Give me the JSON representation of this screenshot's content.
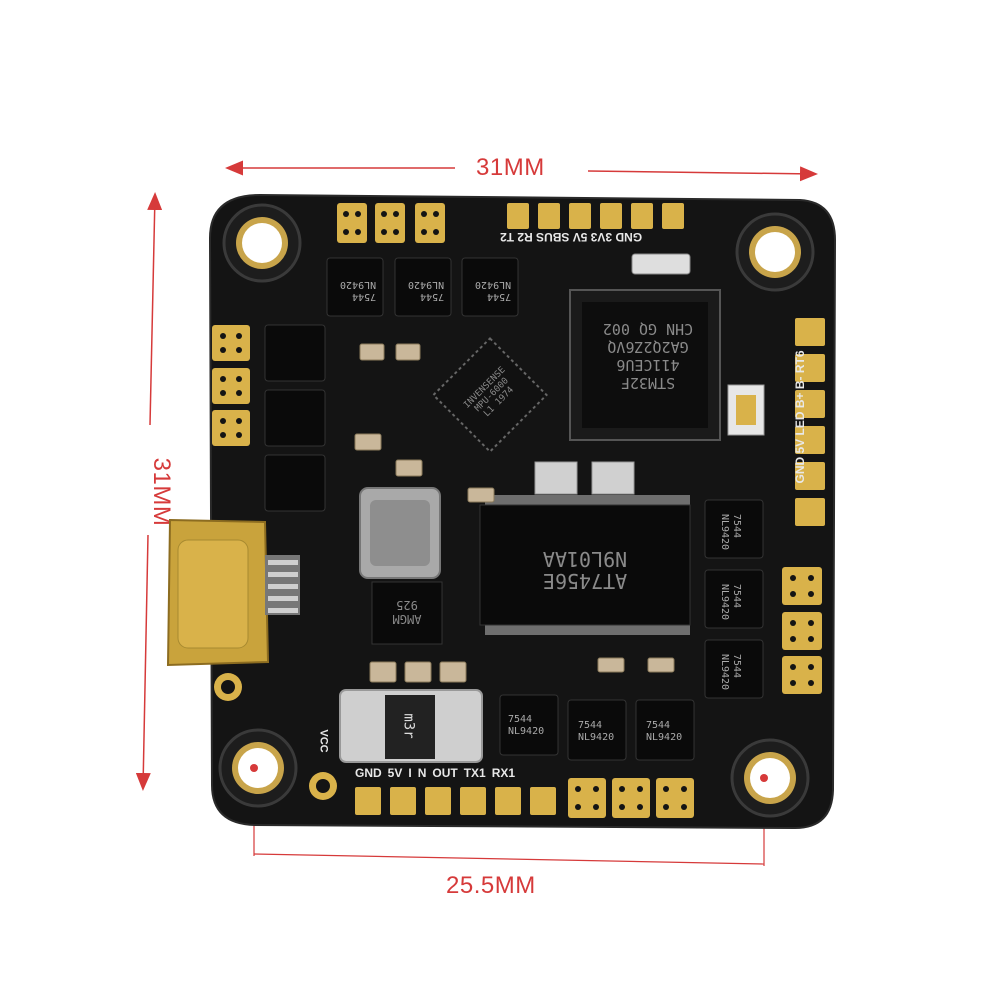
{
  "dimensions": {
    "top_width": "31MM",
    "left_height": "31MM",
    "bottom_hole_spacing": "25.5MM",
    "color": "#d63a3a"
  },
  "board": {
    "color": "#141414",
    "pad_color": "#d9b24a",
    "pad_labels_bottom": [
      "GND",
      "5V",
      "I",
      "N",
      "OUT",
      "TX1",
      "RX1"
    ],
    "pad_labels_top": "GND 3V3 5V SBUS R2 T2",
    "pad_labels_right": "GND 5V LED B+ B- RT6",
    "label_vcc": "VCC",
    "mcu": [
      "STM32F",
      "411CEU6",
      "GA2Q2Z6VQ",
      "CHN GQ 002"
    ],
    "driver": [
      "AT7456E",
      "N9L01AA"
    ],
    "imu": [
      "MPU-6000",
      "INVENSENSE",
      "L1 1974"
    ],
    "mosfet": [
      "7544",
      "NL9420"
    ],
    "regulator": [
      "AMGM",
      "925"
    ],
    "inductor_mark": "m3r"
  }
}
